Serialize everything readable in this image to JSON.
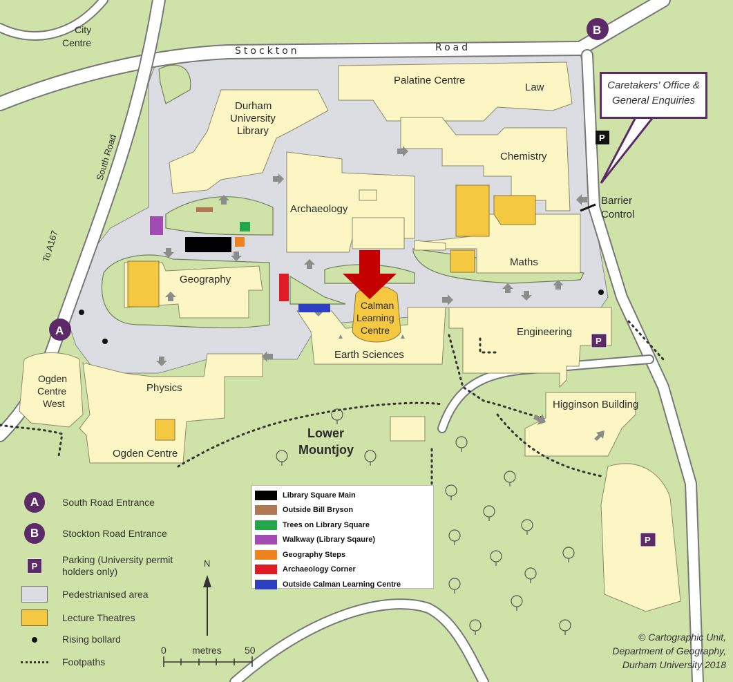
{
  "roads": {
    "stockton": "Stockton",
    "road": "Road",
    "south_road": "South Road",
    "to_a167": "To A167",
    "city_centre_1": "City",
    "city_centre_2": "Centre"
  },
  "buildings": {
    "palatine": "Palatine Centre",
    "law": "Law",
    "library_1": "Durham",
    "library_2": "University",
    "library_3": "Library",
    "chemistry": "Chemistry",
    "archaeology": "Archaeology",
    "geography": "Geography",
    "maths": "Maths",
    "calman_1": "Calman",
    "calman_2": "Learning",
    "calman_3": "Centre",
    "earth_sciences": "Earth Sciences",
    "engineering": "Engineering",
    "physics": "Physics",
    "ogden_west_1": "Ogden",
    "ogden_west_2": "Centre",
    "ogden_west_3": "West",
    "ogden_centre": "Ogden Centre",
    "higginson": "Higginson Building",
    "lower_1": "Lower",
    "lower_2": "Mountjoy",
    "barrier_1": "Barrier",
    "barrier_2": "Control"
  },
  "entrances": {
    "a": "A",
    "b": "B"
  },
  "parking_letter": "P",
  "callout": {
    "line1": "Caretakers' Office &",
    "line2": "General Enquiries"
  },
  "spot_legend": [
    {
      "label": "Library Square Main",
      "color": "#000000"
    },
    {
      "label": "Outside Bill Bryson",
      "color": "#b07850"
    },
    {
      "label": "Trees on Library Square",
      "color": "#22a84a"
    },
    {
      "label": "Walkway (Library Sqaure)",
      "color": "#a24bb2"
    },
    {
      "label": "Geography Steps",
      "color": "#f0821e"
    },
    {
      "label": "Archaeology Corner",
      "color": "#e01b24"
    },
    {
      "label": "Outside Calman Learning Centre",
      "color": "#2d3fc2"
    }
  ],
  "legend": {
    "south_entrance": "South Road Entrance",
    "stockton_entrance": "Stockton Road Entrance",
    "parking_1": "Parking (University permit",
    "parking_2": "holders only)",
    "pedestrian": "Pedestrianised area",
    "lecture": "Lecture Theatres",
    "bollard": "Rising bollard",
    "footpaths": "Footpaths"
  },
  "scale": {
    "north": "N",
    "zero": "0",
    "metres": "metres",
    "fifty": "50"
  },
  "credit": {
    "line1": "© Cartographic Unit,",
    "line2": "Department of Geography,",
    "line3": "Durham University 2018"
  },
  "colors": {
    "green": "#cfe3a8",
    "pedestrian": "#dcdde2",
    "building": "#fbf6c3",
    "lecture": "#f5c842",
    "brand_purple": "#5c2a67",
    "highlight_arrow": "#c40000"
  }
}
